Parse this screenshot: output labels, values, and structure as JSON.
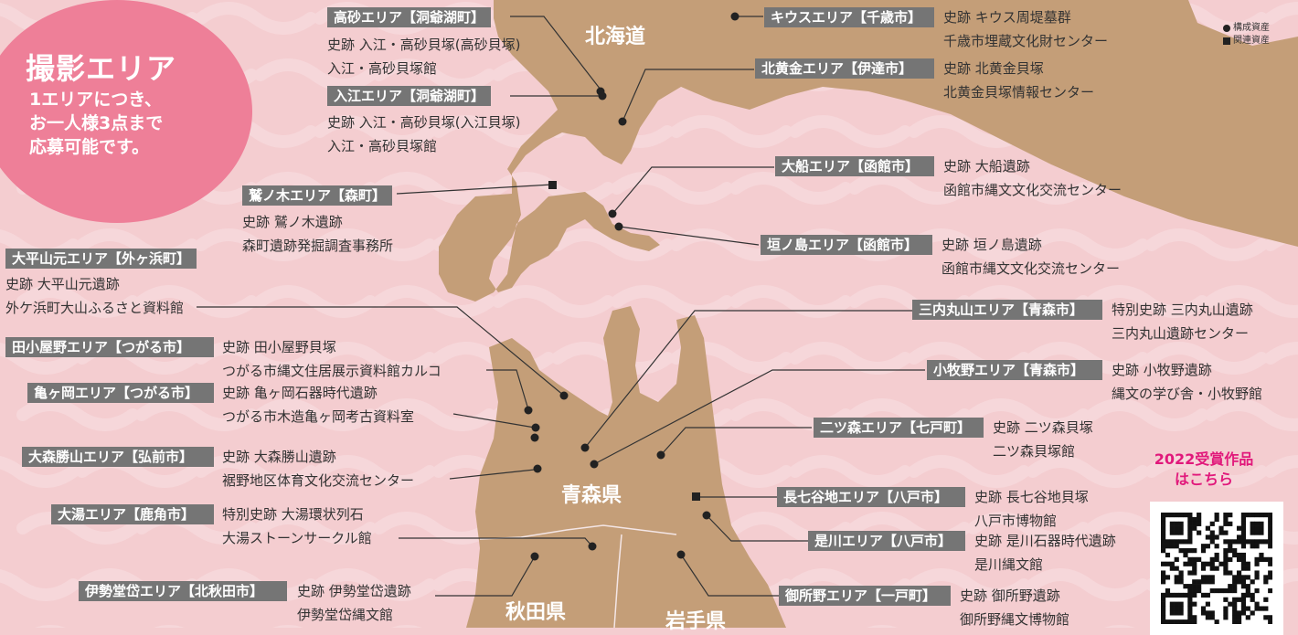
{
  "intro": {
    "title": "撮影エリア",
    "body": "1エリアにつき、\nお一人様3点まで\n応募可能です。"
  },
  "legend": {
    "items": [
      {
        "symbol": "dot",
        "label": "構成資産"
      },
      {
        "symbol": "square",
        "label": "関連資産"
      }
    ]
  },
  "regions": [
    {
      "id": "hokkaido",
      "label": "北海道"
    },
    {
      "id": "aomori",
      "label": "青森県"
    },
    {
      "id": "akita",
      "label": "秋田県"
    },
    {
      "id": "iwate",
      "label": "岩手県"
    }
  ],
  "areas": [
    {
      "id": "takasago",
      "label": "高砂エリア【洞爺湖町】",
      "lines": [
        "史跡 入江・高砂貝塚(高砂貝塚)",
        "入江・高砂貝塚館"
      ]
    },
    {
      "id": "irie",
      "label": "入江エリア【洞爺湖町】",
      "lines": [
        "史跡 入江・高砂貝塚(入江貝塚)",
        "入江・高砂貝塚館"
      ]
    },
    {
      "id": "washinoki",
      "label": "鷲ノ木エリア【森町】",
      "lines": [
        "史跡 鷲ノ木遺跡",
        "森町遺跡発掘調査事務所"
      ]
    },
    {
      "id": "odaiyamamoto",
      "label": "大平山元エリア【外ヶ浜町】",
      "lines": [
        "史跡 大平山元遺跡",
        "外ケ浜町大山ふるさと資料館"
      ]
    },
    {
      "id": "tagoyano",
      "label": "田小屋野エリア【つがる市】",
      "lines": [
        "史跡 田小屋野貝塚",
        "つがる市縄文住居展示資料館カルコ"
      ]
    },
    {
      "id": "kamegaoka",
      "label": "亀ヶ岡エリア【つがる市】",
      "lines": [
        "史跡 亀ヶ岡石器時代遺跡",
        "つがる市木造亀ヶ岡考古資料室"
      ]
    },
    {
      "id": "omoriKatsuyama",
      "label": "大森勝山エリア【弘前市】",
      "lines": [
        "史跡 大森勝山遺跡",
        "裾野地区体育文化交流センター"
      ]
    },
    {
      "id": "oyu",
      "label": "大湯エリア【鹿角市】",
      "lines": [
        "特別史跡 大湯環状列石",
        "大湯ストーンサークル館"
      ]
    },
    {
      "id": "isedotai",
      "label": "伊勢堂岱エリア【北秋田市】",
      "lines": [
        "史跡 伊勢堂岱遺跡",
        "伊勢堂岱縄文館"
      ]
    },
    {
      "id": "kiusu",
      "label": "キウスエリア【千歳市】",
      "lines": [
        "史跡 キウス周堤墓群",
        "千歳市埋蔵文化財センター"
      ]
    },
    {
      "id": "kitakogane",
      "label": "北黄金エリア【伊達市】",
      "lines": [
        "史跡 北黄金貝塚",
        "北黄金貝塚情報センター"
      ]
    },
    {
      "id": "ofune",
      "label": "大船エリア【函館市】",
      "lines": [
        "史跡 大船遺跡",
        "函館市縄文文化交流センター"
      ]
    },
    {
      "id": "kakinoshima",
      "label": "垣ノ島エリア【函館市】",
      "lines": [
        "史跡 垣ノ島遺跡",
        "函館市縄文文化交流センター"
      ]
    },
    {
      "id": "sannaimaruyama",
      "label": "三内丸山エリア【青森市】",
      "lines": [
        "特別史跡 三内丸山遺跡",
        "三内丸山遺跡センター"
      ]
    },
    {
      "id": "komakino",
      "label": "小牧野エリア【青森市】",
      "lines": [
        "史跡 小牧野遺跡",
        "縄文の学び舎・小牧野館"
      ]
    },
    {
      "id": "futatsumori",
      "label": "二ツ森エリア【七戸町】",
      "lines": [
        "史跡 二ツ森貝塚",
        "二ツ森貝塚館"
      ]
    },
    {
      "id": "nagashichiyachi",
      "label": "長七谷地エリア【八戸市】",
      "lines": [
        "史跡 長七谷地貝塚",
        "八戸市博物館"
      ]
    },
    {
      "id": "korekawa",
      "label": "是川エリア【八戸市】",
      "lines": [
        "史跡 是川石器時代遺跡",
        "是川縄文館"
      ]
    },
    {
      "id": "goshono",
      "label": "御所野エリア【一戸町】",
      "lines": [
        "史跡 御所野遺跡",
        "御所野縄文博物館"
      ]
    }
  ],
  "award": {
    "text": "2022受賞作品\nはこちら"
  },
  "colors": {
    "sea": "#f4cdd0",
    "land": "#c49e78",
    "circle": "#ee7f98",
    "label_bg": "#757575",
    "award_text": "#e1197b"
  }
}
